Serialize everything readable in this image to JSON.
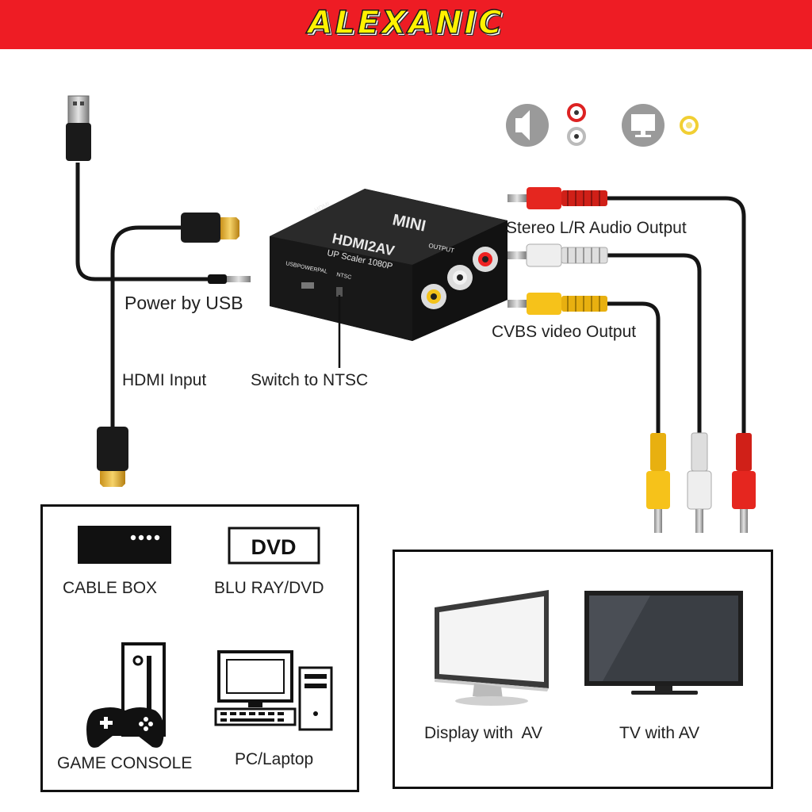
{
  "brand": "ALEXANIC",
  "device": {
    "badge": "MINI",
    "model": "HDMI2AV",
    "subtitle": "UP Scaler 1080P",
    "port_hdmi": "HDMI",
    "port_power": "USBPOWER",
    "port_pal": "PAL",
    "port_ntsc": "NTSC",
    "port_output": "OUTPUT"
  },
  "labels": {
    "power": "Power by USB",
    "hdmi_input": "HDMI Input",
    "switch": "Switch to NTSC",
    "audio_output": "Stereo L/R Audio Output",
    "video_output": "CVBS video Output"
  },
  "sources": {
    "cable_box": "CABLE BOX",
    "dvd_logo": "DVD",
    "blu_ray": "BLU RAY/DVD",
    "game_console": "GAME CONSOLE",
    "pc": "PC/Laptop"
  },
  "displays": {
    "monitor": "Display with  AV",
    "tv": "TV with AV"
  },
  "colors": {
    "banner": "#ee1c24",
    "brand_text": "#fff200",
    "audio_red": "#e5261f",
    "audio_white": "#eeeeee",
    "video_yellow": "#f6c21a"
  },
  "icons": [
    "speaker-icon",
    "monitor-icon",
    "usb-plug-icon",
    "hdmi-plug-icon",
    "rca-plug-icon",
    "gamepad-icon"
  ]
}
